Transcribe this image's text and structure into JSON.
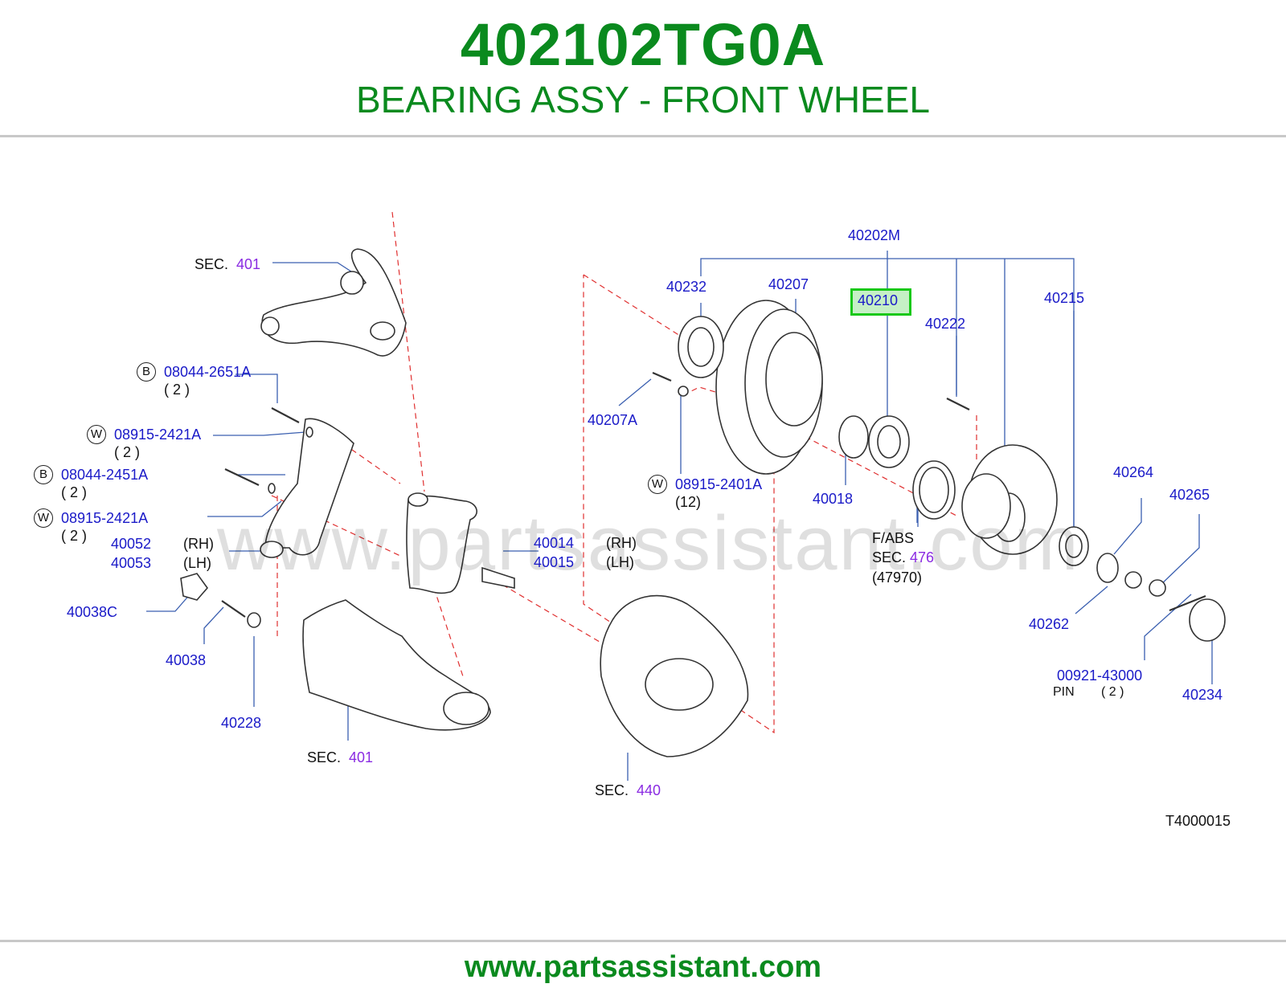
{
  "header": {
    "part_number": "402102TG0A",
    "part_name": "BEARING ASSY - FRONT WHEEL"
  },
  "footer": {
    "url": "www.partsassistant.com"
  },
  "watermark": "www.partsassistant.com",
  "diagram_code": "T4000015",
  "highlighted_part": "40210",
  "labels": {
    "p40202M": "40202M",
    "p40232": "40232",
    "p40207": "40207",
    "p40210": "40210",
    "p40222": "40222",
    "p40215": "40215",
    "p40207A": "40207A",
    "p40018": "40018",
    "p08915_2401A": "08915-2401A",
    "q12": "(12)",
    "fabs": "F/ABS",
    "q47970": "(47970)",
    "p40264": "40264",
    "p40265": "40265",
    "p40262": "40262",
    "p00921_43000": "00921-43000",
    "pin": "PIN",
    "pin_qty": "( 2 )",
    "p40234": "40234",
    "p08044_2651A": "08044-2651A",
    "q2a": "( 2 )",
    "p08915_2421A_1": "08915-2421A",
    "q2b": "( 2 )",
    "p08044_2451A": "08044-2451A",
    "q2c": "( 2 )",
    "p08915_2421A_2": "08915-2421A",
    "q2d": "( 2 )",
    "p40052": "40052",
    "rh1": "(RH)",
    "p40053": "40053",
    "lh1": "(LH)",
    "p40014": "40014",
    "rh2": "(RH)",
    "p40015": "40015",
    "lh2": "(LH)",
    "p40038C": "40038C",
    "p40038": "40038",
    "p40228": "40228"
  },
  "circles": {
    "b1": "B",
    "w1": "W",
    "b2": "B",
    "w2": "W",
    "w3": "W"
  },
  "sections": {
    "sec_word": "SEC.",
    "s401_top": "401",
    "s401_bottom": "401",
    "s440": "440",
    "s476": "476"
  }
}
